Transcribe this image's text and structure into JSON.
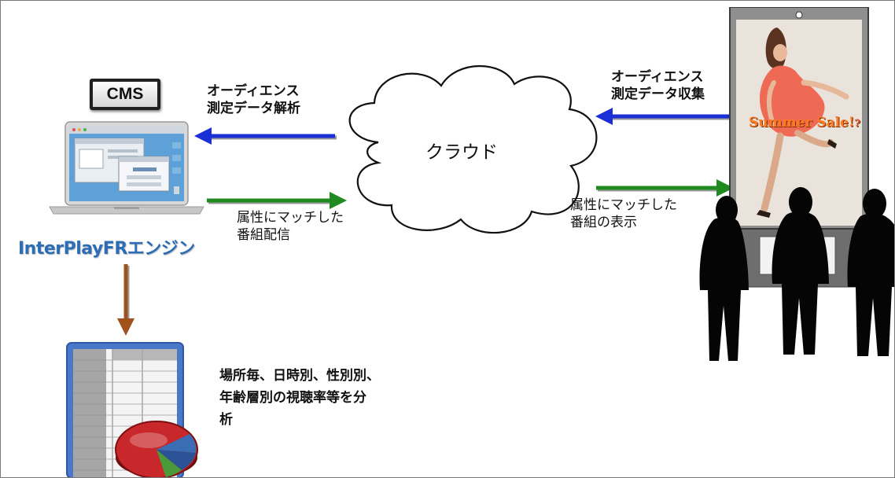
{
  "cms": {
    "label": "CMS"
  },
  "engine": {
    "name": "InterPlayFRエンジン"
  },
  "cloud": {
    "label": "クラウド"
  },
  "flows": {
    "left_analysis": [
      "オーディエンス",
      "測定データ解析"
    ],
    "left_delivery": [
      "属性にマッチした",
      "番組配信"
    ],
    "right_collection": [
      "オーディエンス",
      "測定データ収集"
    ],
    "right_display": [
      "属性にマッチした",
      "番組の表示"
    ]
  },
  "analysis": {
    "lines": [
      "場所毎、日時別、性別別、",
      "年齢層別の視聴率等を分",
      "析"
    ]
  },
  "signage": {
    "sale_text": "Summer Sale!",
    "sale_suffix": "?"
  },
  "colors": {
    "inbound_arrow": "#1a2fd6",
    "outbound_arrow": "#1f8a1f",
    "down_arrow": "#a0521c",
    "engine_text": "#2d6db5",
    "sale_text": "#ff7a20"
  },
  "icons": [
    "laptop-icon",
    "cloud-icon",
    "spreadsheet-pie-icon",
    "digital-signage-icon",
    "audience-silhouettes-icon"
  ]
}
